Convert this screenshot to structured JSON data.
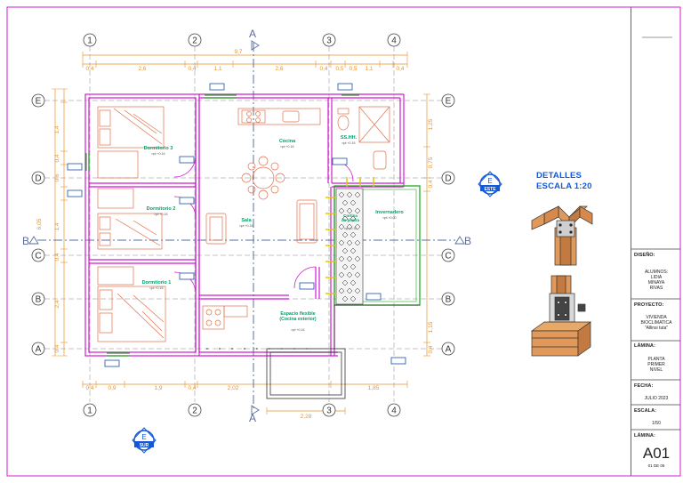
{
  "axes": {
    "vertical": [
      "1",
      "2",
      "3",
      "4"
    ],
    "horizontal": [
      "E",
      "D",
      "C",
      "B",
      "A"
    ]
  },
  "section_marks": {
    "vertical": "A",
    "horizontal": "B"
  },
  "dims": {
    "top": [
      "0,4",
      "2,6",
      "0,4",
      "1,1",
      "2,6",
      "0,4",
      "0,5",
      "0,5",
      "1,1",
      "0,4"
    ],
    "top_total": "9,7",
    "bottom": [
      "0,4",
      "0,9",
      "1,9",
      "0,4",
      "2,02",
      "1,85"
    ],
    "bottom_extra": "2,28",
    "left": [
      "1,4",
      "0,4",
      "0,6",
      "1,4",
      "0,4",
      "2,4",
      "0,4"
    ],
    "left_total": "6,05",
    "right": [
      "1,25",
      "0,75",
      "0,4",
      "1,15",
      "0,4"
    ]
  },
  "rooms": {
    "dorm3": {
      "name": "Dormitorio 3",
      "level": "npt +0.16"
    },
    "dorm2": {
      "name": "Dormitorio 2",
      "level": "npt +0.16"
    },
    "dorm1": {
      "name": "Dormitorio 1",
      "level": "npt +0.16"
    },
    "sala": {
      "name": "Sala",
      "level": "npt +0.16"
    },
    "cocina": {
      "name": "Cocina",
      "level": "npt +0.16"
    },
    "sshh": {
      "name": "SS.HH.",
      "level": "npt +0.16"
    },
    "muro": {
      "name": "Cortina\nde piedra",
      "level": "npt +0.16"
    },
    "inv": {
      "name": "Invernadero",
      "level": "npt +0.00"
    },
    "flex": {
      "name": "Espacio flexible\n(Cocina exterior)",
      "level": "npt +0.16"
    }
  },
  "compass": {
    "east": "ESTE",
    "south": "SUR",
    "letter": "E"
  },
  "details": {
    "title": "DETALLES",
    "scale": "ESCALA 1:20"
  },
  "title_block": {
    "diseno_label": "DISEÑO:",
    "diseno": "ALUMNOS:\nLIDIA\nMINAYA\nRIVAS",
    "proyecto_label": "PROYECTO:",
    "proyecto": "VIVIENDA\nBIOCLIMATICA\n\"Allinsi tuta\"",
    "lamina_label": "LÁMINA:",
    "lamina": "PLANTA\nPRIMER\nNIVEL",
    "fecha_label": "FECHA:",
    "fecha": "JULIO 2023",
    "escala_label": "ESCALA:",
    "escala": "1/50",
    "lamina2_label": "LÁMINA:",
    "sheet_code": "A01",
    "sheet_count": "01 DE 05"
  },
  "colors": {
    "wall": "#d01bd0",
    "dim": "#e8922a",
    "axis": "#5a6e9c",
    "furniture": "#e0704a",
    "text": "#00a36c",
    "glass": "#22aa22",
    "label": "#1558d6"
  }
}
